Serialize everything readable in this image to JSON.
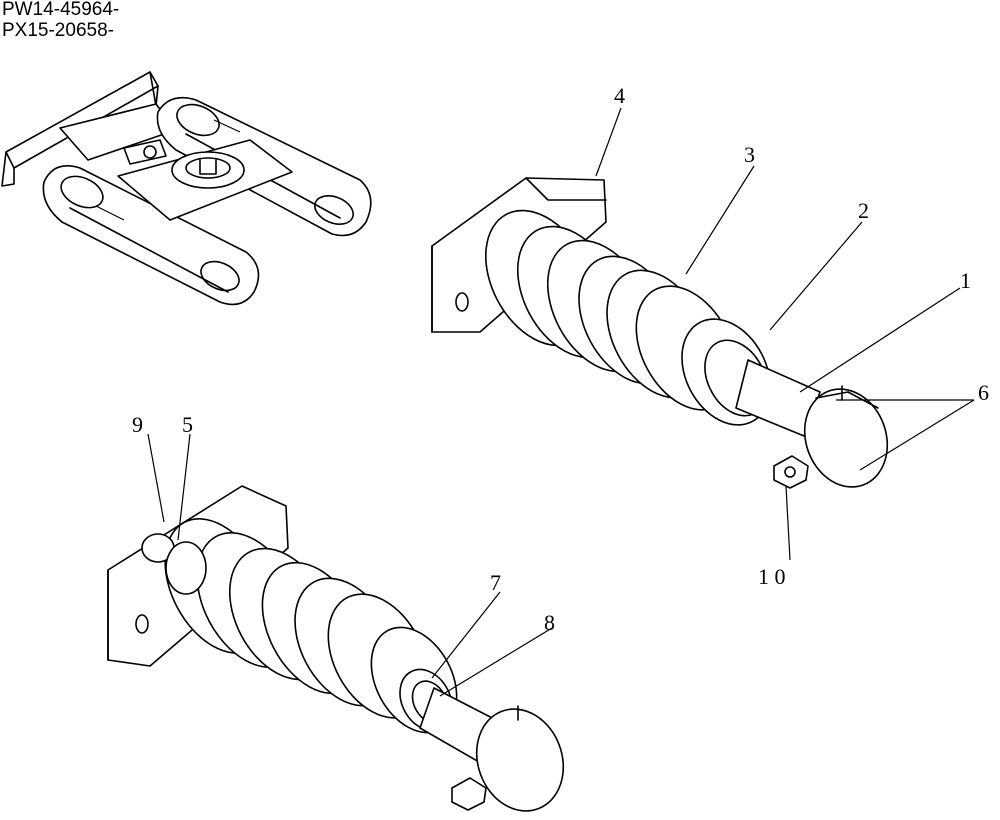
{
  "header": {
    "serials": [
      "PW14-45964-",
      "PX15-20658-"
    ]
  },
  "callouts": {
    "c1": "1",
    "c2": "2",
    "c3": "3",
    "c4": "4",
    "c5": "5",
    "c6": "6",
    "c7": "7",
    "c8": "8",
    "c9": "9",
    "c10": "1 0"
  }
}
